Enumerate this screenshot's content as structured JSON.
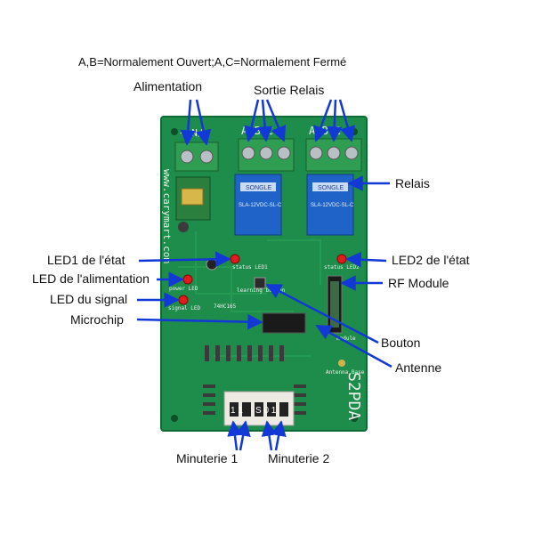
{
  "header": {
    "note": "A,B=Normalement Ouvert;A,C=Normalement Fermé"
  },
  "labels": {
    "alimentation": "Alimentation",
    "sortie_relais": "Sortie Relais",
    "relais": "Relais",
    "led1": "LED1  de l'état",
    "led2": "LED2  de l'état",
    "led_alim": "LED de l'alimentation",
    "rf_module": "RF Module",
    "led_signal": "LED du signal",
    "microchip": "Microchip",
    "bouton": "Bouton",
    "antenne": "Antenne",
    "minuterie1": "Minuterie 1",
    "minuterie2": "Minuterie 2"
  },
  "board": {
    "model": "S2PDA",
    "brand": "www.carymart.com",
    "power_terminals": "+  N/-",
    "relay_terminals_1": "A B C",
    "relay_terminals_2": "A B C",
    "relay_brand": "SONGLE",
    "relay_part": "SLA-12VDC-SL-C",
    "status_led1": "status LED1",
    "status_led2": "status LED2",
    "power_led": "power LED",
    "signal_led": "signal LED",
    "learning_button": "learning button",
    "module": "module",
    "antenna_base": "Antenna Base",
    "chip": "74HC165",
    "timer_digits_1": "1 1",
    "timer_digits_2": "S 0 1"
  },
  "colors": {
    "pcb": "#1e8c4a",
    "pcb_edge": "#0f6a35",
    "terminal": "#2f9e52",
    "relay": "#1f63c8",
    "led_red": "#e11b1b",
    "arrow": "#1238d6"
  }
}
